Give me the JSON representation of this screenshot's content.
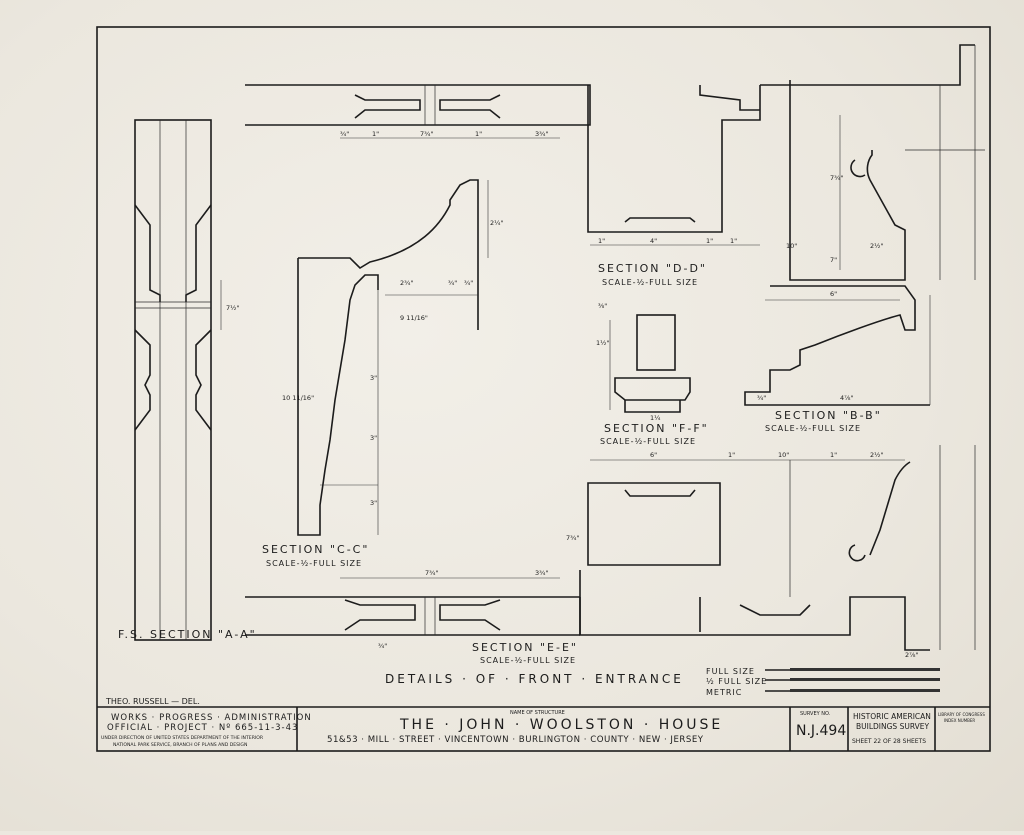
{
  "drawing": {
    "main_title": "DETAILS · OF · FRONT · ENTRANCE",
    "sections": {
      "aa": "F.S. SECTION \"A-A\"",
      "bb": "SECTION \"B-B\"",
      "bb_scale": "SCALE-½-FULL SIZE",
      "cc": "SECTION \"C-C\"",
      "cc_scale": "SCALE-½-FULL SIZE",
      "dd": "SECTION \"D-D\"",
      "dd_scale": "SCALE-½-FULL SIZE",
      "ee": "SECTION \"E-E\"",
      "ee_scale": "SCALE-½-FULL SIZE",
      "ff": "SECTION \"F-F\"",
      "ff_scale": "SCALE-½-FULL SIZE"
    },
    "scales": {
      "full": "FULL SIZE",
      "half": "½ FULL SIZE",
      "metric": "METRIC"
    },
    "dims": {
      "d_3_4": "¾\"",
      "d_1": "1\"",
      "d_7_3_4": "7¾\"",
      "d_3_3_4": "3¾\"",
      "d_1_1_4": "1¼",
      "d_2_1_4": "2¼\"",
      "d_2_3_4": "2¾\"",
      "d_9_11_16": "9 11/16\"",
      "d_10_11_16": "10 11/16\"",
      "d_3": "3\"",
      "d_4": "4\"",
      "d_6": "6\"",
      "d_10": "10\"",
      "d_7": "7\"",
      "d_7_3_4v": "7¾\"",
      "d_7_1_2": "7½\"",
      "d_2_1_2": "2½\"",
      "d_4_7_8": "4⅞\"",
      "d_2_7_8": "2⅞\"",
      "d_1_1_2": "1½\"",
      "d_3_8": "⅜\""
    }
  },
  "title_block": {
    "drawn_by": "THEO. RUSSELL — DEL.",
    "agency_line1": "WORKS · PROGRESS · ADMINISTRATION",
    "agency_line2": "OFFICIAL · PROJECT · Nº 665-11-3-43",
    "agency_line3": "UNDER DIRECTION OF UNITED STATES DEPARTMENT OF THE INTERIOR",
    "agency_line4": "NATIONAL PARK SERVICE, BRANCH OF PLANS AND DESIGN",
    "name_label": "NAME OF STRUCTURE",
    "structure_name": "THE · JOHN · WOOLSTON · HOUSE",
    "address": "51&53 · MILL · STREET · VINCENTOWN · BURLINGTON · COUNTY · NEW · JERSEY",
    "survey_label": "SURVEY NO.",
    "survey_no": "N.J.494",
    "hab_line1": "HISTORIC AMERICAN",
    "hab_line2": "BUILDINGS SURVEY",
    "sheet_text": "SHEET 22  OF 28  SHEETS",
    "loc_line1": "LIBRARY OF CONGRESS",
    "loc_line2": "INDEX NUMBER"
  }
}
